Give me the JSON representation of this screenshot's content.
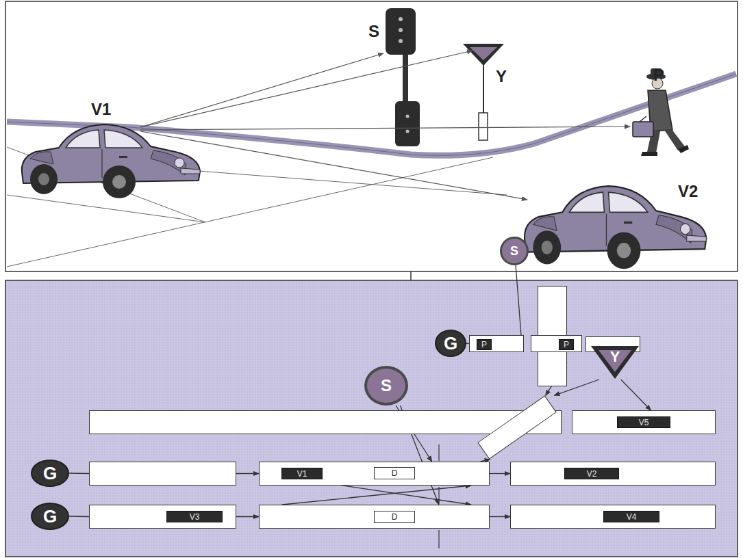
{
  "diagram": {
    "nodes": [
      {
        "text": [
          "S"
        ]
      },
      {
        "text": [
          "G"
        ]
      },
      {
        "text": []
      },
      {
        "text": [
          "P"
        ],
        "in": 2
      },
      {
        "text": []
      },
      {
        "text": []
      },
      {
        "text": [
          "P"
        ],
        "in": 5
      },
      {
        "text": []
      },
      {
        "text": [
          "Y"
        ]
      },
      {
        "text": [
          "S"
        ]
      },
      {
        "text": []
      },
      {
        "text": []
      },
      {
        "text": [
          "V5"
        ],
        "in": 11
      },
      {
        "text": []
      },
      {
        "text": [
          "G"
        ]
      },
      {
        "text": []
      },
      {
        "text": []
      },
      {
        "text": [
          "V1"
        ],
        "in": 16
      },
      {
        "text": [
          "D"
        ],
        "in": 16
      },
      {
        "text": []
      },
      {
        "text": [
          "V2"
        ],
        "in": 19
      },
      {
        "text": [
          "G"
        ]
      },
      {
        "text": []
      },
      {
        "text": [
          "V3"
        ],
        "in": 22
      },
      {
        "text": []
      },
      {
        "text": [
          "D"
        ],
        "in": 24
      },
      {
        "text": []
      },
      {
        "text": [
          "V4"
        ],
        "in": 26
      }
    ],
    "edges": [
      {
        "from": 1,
        "to": 2,
        "arrow": "none"
      },
      {
        "from": 0,
        "to": 2,
        "arrow": "none"
      },
      {
        "from": 4,
        "to": 13,
        "arrow": "to"
      },
      {
        "from": 8,
        "to": 13,
        "arrow": "to"
      },
      {
        "from": 8,
        "to": 11,
        "arrow": "to"
      },
      {
        "from": 16,
        "to": 13,
        "arrow": "to"
      },
      {
        "from": 9,
        "to": 16,
        "arrow": "to"
      },
      {
        "from": 9,
        "to": 24,
        "arrow": "to"
      },
      {
        "from": 14,
        "to": 15,
        "arrow": "none"
      },
      {
        "from": 15,
        "to": 16,
        "arrow": "to"
      },
      {
        "from": 16,
        "to": 19,
        "arrow": "to"
      },
      {
        "from": 21,
        "to": 22,
        "arrow": "none"
      },
      {
        "from": 22,
        "to": 24,
        "arrow": "to"
      },
      {
        "from": 24,
        "to": 26,
        "arrow": "to"
      },
      {
        "from": 17,
        "to": 24,
        "arrow": "to"
      },
      {
        "from": 24,
        "to": 16,
        "arrow": "to"
      }
    ],
    "labels": [
      "S",
      "Y",
      "P",
      "V1",
      "V2"
    ]
  }
}
